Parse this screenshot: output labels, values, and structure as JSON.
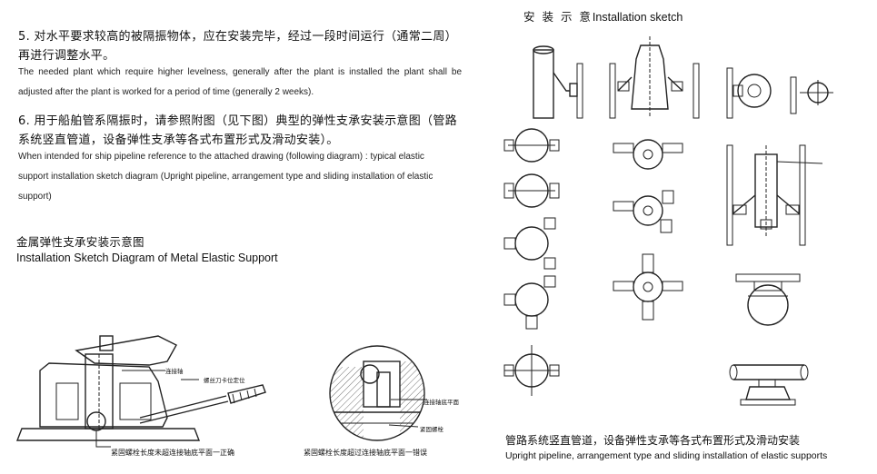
{
  "sec5": {
    "zh": "5. 对水平要求较高的被隔振物体，应在安装完毕，经过一段时间运行（通常二周）再进行调整水平。",
    "en": "The needed plant which require higher levelness, generally after the plant is installed the plant shall be adjusted after the plant is worked for a period of time (generally 2 weeks)."
  },
  "sec6": {
    "zh": "6. 用于船舶管系隔振时，请参照附图（见下图）典型的弹性支承安装示意图（管路系统竖直管道，设备弹性支承等各式布置形式及滑动安装）。",
    "en": "When intended for ship pipeline reference to the  attached drawing (following diagram) : typical elastic support installation sketch diagram (Upright pipeline, arrangement type and sliding installation  of  elastic support)"
  },
  "metal_title": {
    "zh": "金属弹性支承安装示意图",
    "en": "Installation  Sketch Diagram of  Metal Elastic Support"
  },
  "left_figure": {
    "label_connecting_shaft": "连接轴",
    "label_screw_blade": "螺丝刀卡位定位",
    "caption_correct": "紧固螺栓长度未超连接轴底平面一正确"
  },
  "mid_figure": {
    "label_shaft_bottom": "连接轴底平面",
    "label_bolt": "紧固螺栓",
    "caption_wrong": "紧固螺栓长度超过连接轴底平面一错误"
  },
  "right_panel": {
    "title_zh": "安 装 示 意",
    "title_en": "Installation  sketch",
    "caption_zh": "管路系统竖直管道，设备弹性支承等各式布置形式及滑动安装",
    "caption_en": "Upright pipeline, arrangement type and sliding installation of elastic supports"
  }
}
